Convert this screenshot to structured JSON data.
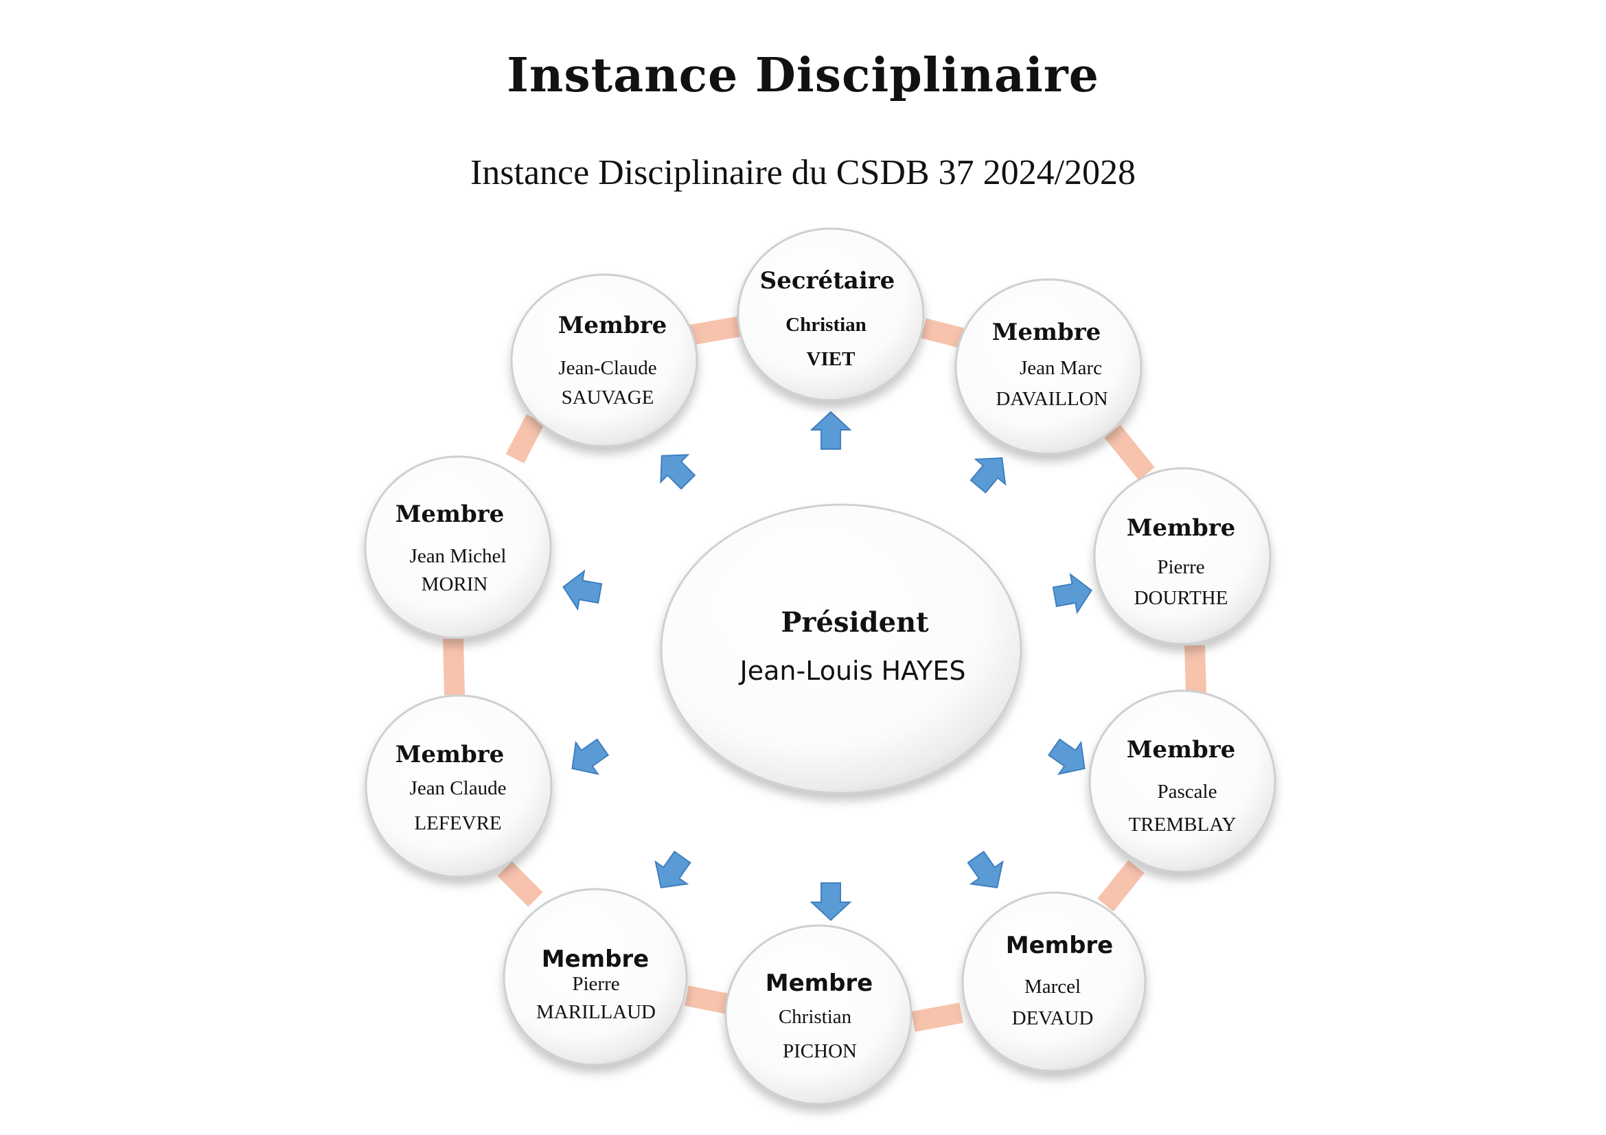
{
  "header": {
    "title": "Instance Disciplinaire",
    "subtitle": "Instance Disciplinaire du CSDB 37   2024/2028"
  },
  "center": {
    "role": "Président",
    "name": "Jean-Louis HAYES"
  },
  "nodes": [
    {
      "role": "Secrétaire",
      "line1": "Christian",
      "line2": "VIET"
    },
    {
      "role": "Membre",
      "line1": "Jean Marc",
      "line2": "DAVAILLON"
    },
    {
      "role": "Membre",
      "line1": "Pierre",
      "line2": "DOURTHE"
    },
    {
      "role": "Membre",
      "line1": "Pascale",
      "line2": "TREMBLAY"
    },
    {
      "role": "Membre",
      "line1": "Marcel",
      "line2": "DEVAUD"
    },
    {
      "role": "Membre",
      "line1": "Christian",
      "line2": "PICHON"
    },
    {
      "role": "Membre",
      "line1": "Pierre",
      "line2": "MARILLAUD"
    },
    {
      "role": "Membre",
      "line1": "Jean Claude",
      "line2": "LEFEVRE"
    },
    {
      "role": "Membre",
      "line1": "Jean Michel",
      "line2": "MORIN"
    },
    {
      "role": "Membre",
      "line1": "Jean-Claude",
      "line2": "SAUVAGE"
    }
  ],
  "colors": {
    "connector": "#f7c3ad",
    "arrow": "#5b9bd5",
    "arrow_stroke": "#3f7fbf",
    "circle_edge": "#c8c8c8"
  }
}
